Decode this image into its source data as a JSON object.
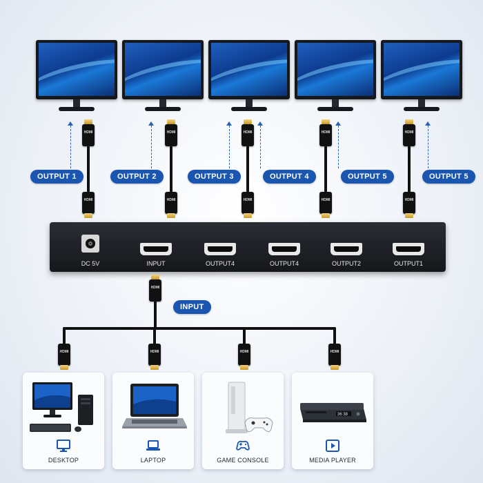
{
  "monitors_count": 5,
  "output_pills": [
    "OUTPUT 1",
    "OUTPUT 2",
    "OUTPUT 3",
    "OUTPUT 4",
    "OUTPUT 5",
    "OUTPUT 5"
  ],
  "plug_text": "HDMI",
  "splitter": {
    "power_label": "DC 5V",
    "ports": [
      "INPUT",
      "OUTPUT4",
      "OUTPUT4",
      "OUTPUT2",
      "OUTPUT1"
    ]
  },
  "input_pill": "INPUT",
  "devices": [
    {
      "label": "DESKTOP",
      "icon": "monitor-icon"
    },
    {
      "label": "LAPTOP",
      "icon": "laptop-icon"
    },
    {
      "label": "GAME CONSOLE",
      "icon": "gamepad-icon"
    },
    {
      "label": "MEDIA PLAYER",
      "icon": "play-icon"
    }
  ],
  "colors": {
    "accent": "#1a56b0",
    "cable": "#111111",
    "plug_tip": "#d4a63a",
    "splitter": "#1e2126"
  }
}
